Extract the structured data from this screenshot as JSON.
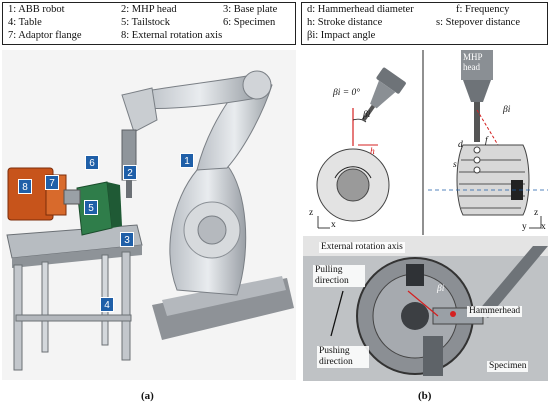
{
  "left_legend": {
    "items": [
      {
        "label": "1: ABB robot"
      },
      {
        "label": "2: MHP head"
      },
      {
        "label": "3: Base plate"
      },
      {
        "label": "4: Table"
      },
      {
        "label": "5: Tailstock"
      },
      {
        "label": "6: Specimen"
      },
      {
        "label": "7: Adaptor flange"
      },
      {
        "label": "8: External rotation axis"
      }
    ]
  },
  "right_legend": {
    "items": [
      {
        "label": "d: Hammerhead diameter"
      },
      {
        "label": "f: Frequency"
      },
      {
        "label": "h: Stroke distance"
      },
      {
        "label": "s: Stepover distance"
      },
      {
        "label": "βi: Impact angle"
      }
    ]
  },
  "left_photo": {
    "badges": [
      "1",
      "2",
      "3",
      "4",
      "5",
      "6",
      "7",
      "8"
    ]
  },
  "schematic_left": {
    "angle_label": "βi = 0°",
    "beta_label": "βi",
    "h_label": "h",
    "z_label": "z",
    "x_label": "x"
  },
  "schematic_right": {
    "head_label": "MHP head",
    "beta_label": "βi",
    "f_label": "f",
    "d_label": "d",
    "s_label": "s",
    "z_label": "z",
    "y_label": "y",
    "x_label": "x"
  },
  "bottom_photo": {
    "rotation_axis": "External rotation axis",
    "pulling": "Pulling direction",
    "pushing": "Pushing direction",
    "hammerhead": "Hammerhead",
    "specimen": "Specimen",
    "beta_label": "βi"
  },
  "captions": {
    "left": "(a)",
    "right": "(b)"
  },
  "colors": {
    "badge": "#1f5fa8",
    "accent_red": "#d42020"
  }
}
